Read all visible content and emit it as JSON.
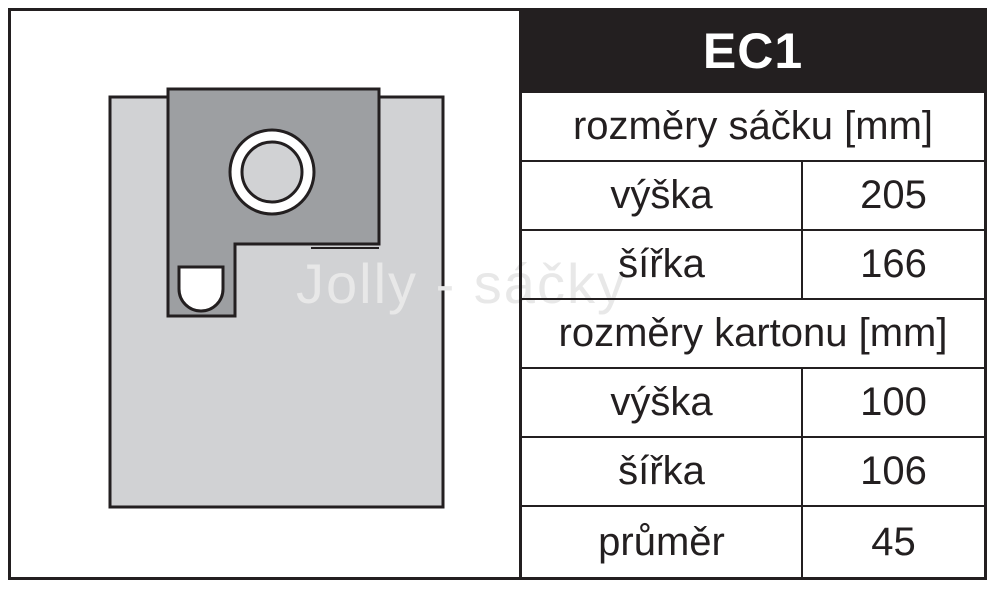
{
  "model": "EC1",
  "watermark": "Jolly - sáčky",
  "bag_dimensions": {
    "heading": "rozměry sáčku [mm]",
    "rows": [
      {
        "label": "výška",
        "value": "205"
      },
      {
        "label": "šířka",
        "value": "166"
      }
    ]
  },
  "cardboard_dimensions": {
    "heading": "rozměry kartonu [mm]",
    "rows": [
      {
        "label": "výška",
        "value": "100"
      },
      {
        "label": "šířka",
        "value": "106"
      },
      {
        "label": "průměr",
        "value": "45"
      }
    ]
  },
  "colors": {
    "bag_fill": "#d1d2d4",
    "cardboard_fill": "#9d9fa2",
    "outline": "#231f20",
    "title_bg": "#231f20",
    "title_text": "#ffffff"
  }
}
